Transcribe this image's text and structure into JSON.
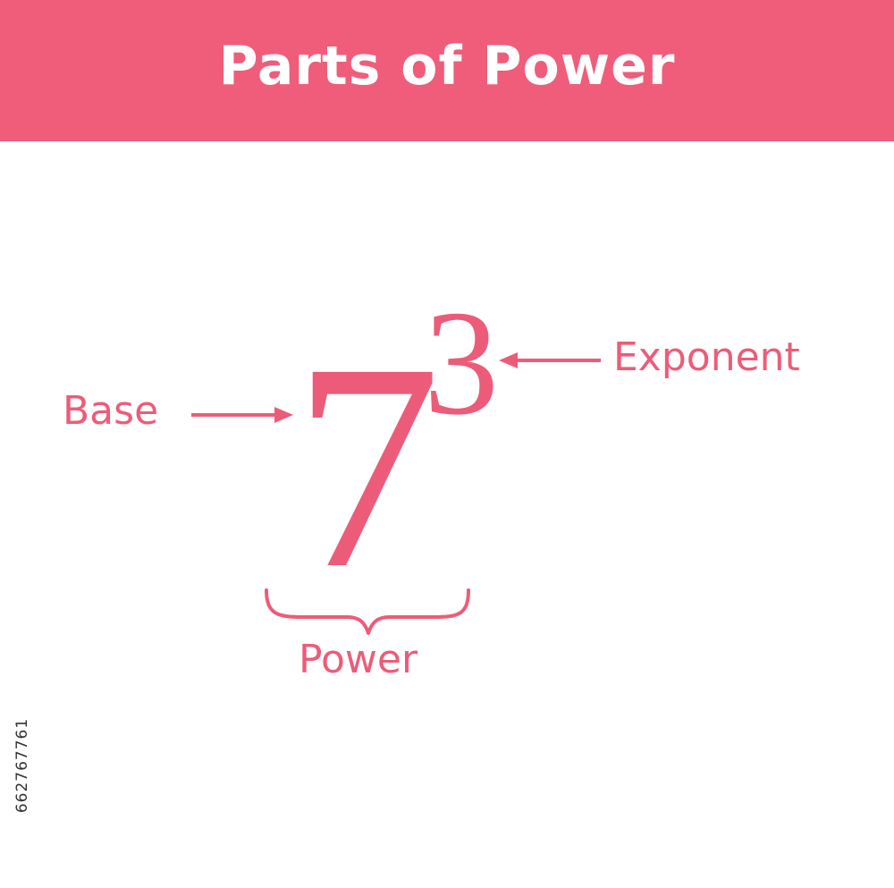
{
  "title": "Parts of Power",
  "diagram": {
    "base_value": "7",
    "exponent_value": "3",
    "base_label": "Base",
    "exponent_label": "Exponent",
    "power_label": "Power"
  },
  "watermark_id": "662767761",
  "colors": {
    "banner": "#f05d7a",
    "accent": "#ec5c79",
    "background": "#ffffff",
    "banner_text": "#ffffff"
  }
}
